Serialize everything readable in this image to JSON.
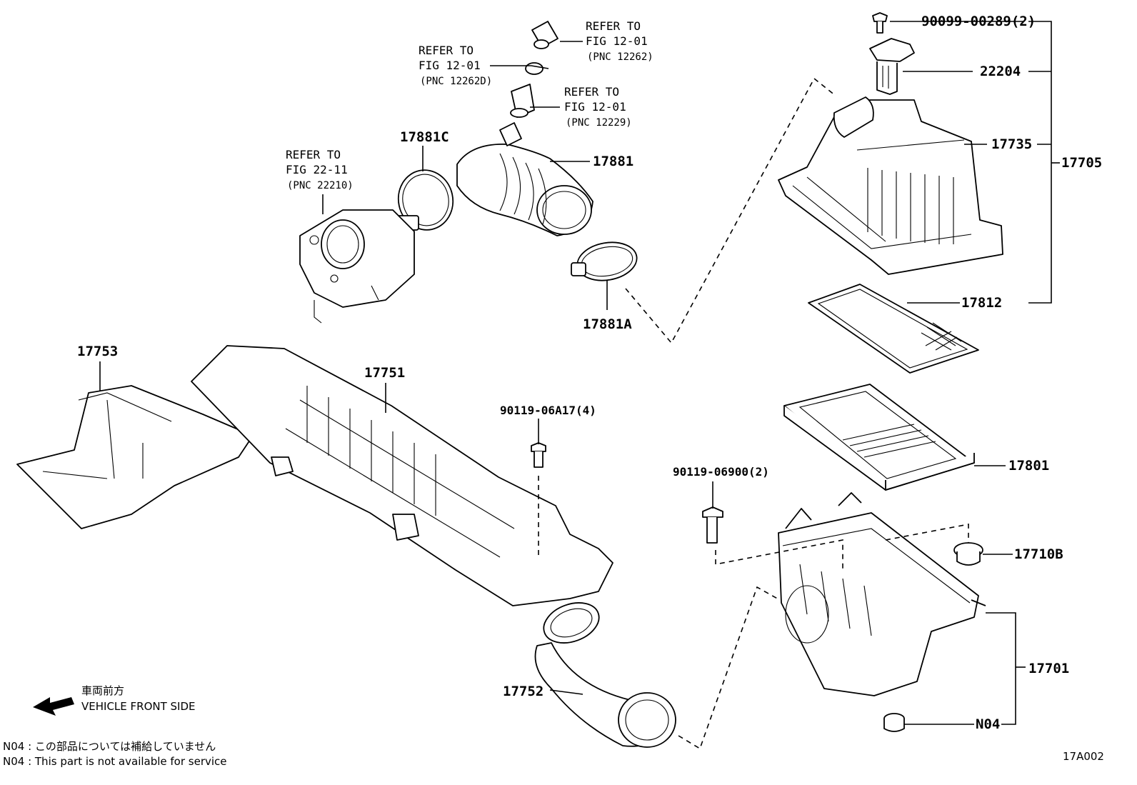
{
  "parts": {
    "p_90099": "90099-00289(2)",
    "p_22204": "22204",
    "p_17735": "17735",
    "p_17705": "17705",
    "p_17812": "17812",
    "p_17881C": "17881C",
    "p_17881": "17881",
    "p_17881A": "17881A",
    "p_17753": "17753",
    "p_17751": "17751",
    "p_90119_06A17": "90119-06A17(4)",
    "p_90119_06900": "90119-06900(2)",
    "p_17801": "17801",
    "p_17710B": "17710B",
    "p_17701": "17701",
    "p_17752": "17752",
    "p_N04": "N04"
  },
  "refs": {
    "refer_to": "REFER TO",
    "ref1_fig": "FIG 12-01",
    "ref1_pnc": "(PNC 12262)",
    "ref2_fig": "FIG 12-01",
    "ref2_pnc": "(PNC 12262D)",
    "ref3_fig": "FIG 12-01",
    "ref3_pnc": "(PNC 12229)",
    "ref4_fig": "FIG 22-11",
    "ref4_pnc": "(PNC 22210)"
  },
  "legend": {
    "front_jp": "車両前方",
    "front_en": "VEHICLE FRONT SIDE",
    "note_jp": "N04 : この部品については補給していません",
    "note_en": "N04 : This part is not available for service",
    "figure_code": "17A002"
  }
}
